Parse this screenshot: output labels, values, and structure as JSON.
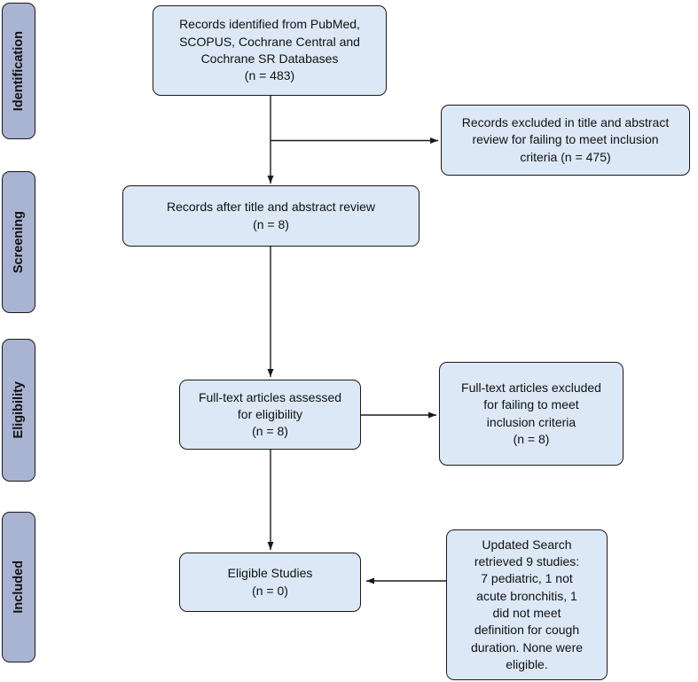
{
  "colors": {
    "background": "#ffffff",
    "stage_fill": "#a9b3d2",
    "stage_border": "#1a1a1a",
    "node_fill": "#dce8f6",
    "node_border": "#1a1a1a",
    "arrow": "#1a1a1a"
  },
  "stages": [
    {
      "label": "Identification"
    },
    {
      "label": "Screening"
    },
    {
      "label": "Eligibility"
    },
    {
      "label": "Included"
    }
  ],
  "nodes": {
    "identified": "Records identified from PubMed,\nSCOPUS, Cochrane Central and\nCochrane SR Databases\n(n = 483)",
    "excluded_title_abstract": "Records excluded in title and abstract\nreview for failing to meet inclusion\ncriteria (n = 475)",
    "after_review": "Records after title and abstract review\n(n = 8)",
    "fulltext_assessed": "Full-text articles assessed\nfor eligibility\n(n = 8)",
    "fulltext_excluded": "Full-text articles excluded\nfor failing to meet\ninclusion criteria\n(n = 8)",
    "eligible": "Eligible Studies\n(n = 0)",
    "updated_search": "Updated Search\nretrieved 9 studies:\n7 pediatric, 1 not\nacute bronchitis, 1\ndid not meet\ndefinition for cough\nduration. None were\neligible."
  }
}
